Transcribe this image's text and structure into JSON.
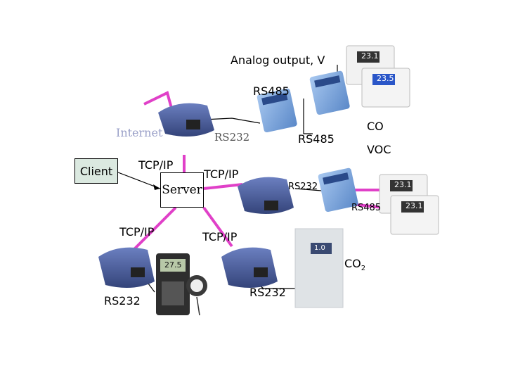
{
  "labels": {
    "analog_output": "Analog output, V",
    "rs485_top": "RS485",
    "rs485_mid": "RS485",
    "co": "CO",
    "voc": "VOC",
    "internet": "Internet",
    "rs232_top": "RS232",
    "client": "Client",
    "tcpip_1": "TCP/IP",
    "tcpip_2": "TCP/IP",
    "server": "Server",
    "rs232_right": "RS232",
    "rs485_right": "RS485",
    "tcpip_3": "TCP/IP",
    "tcpip_4": "TCP/IP",
    "co2": "CO",
    "co2_sub": "2",
    "rs232_bottom_left": "RS232",
    "rs232_bottom_mid": "RS232"
  },
  "displays": {
    "sensor1": "23.1",
    "sensor2": "23.5",
    "sensor3": "23.1",
    "sensor4": "23.1",
    "meter": "27.5",
    "co2_meter": "1.0"
  },
  "colors": {
    "wire": "#e040c8",
    "device_blue": "#4a5e9a",
    "module_blue": "#6a98d8"
  }
}
